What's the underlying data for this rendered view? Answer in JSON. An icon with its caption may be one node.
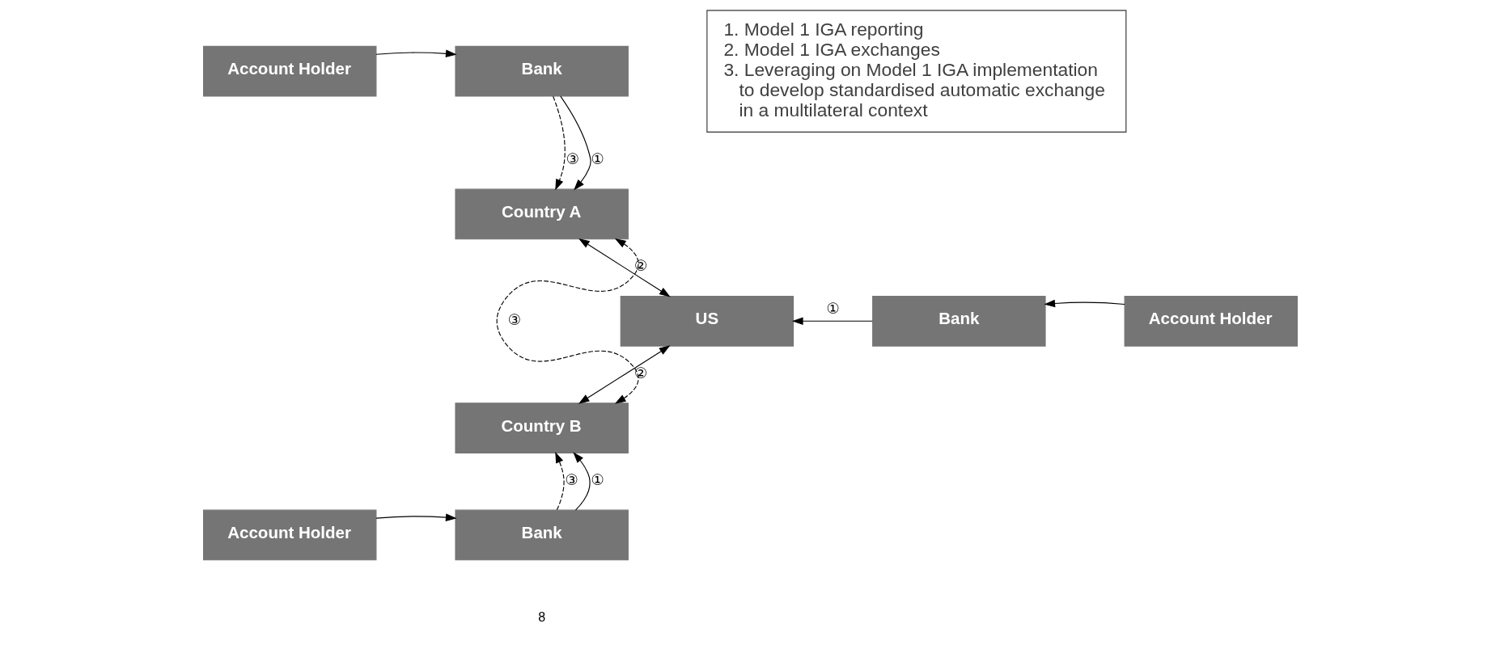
{
  "diagram": {
    "nodes": [
      {
        "text": [
          "Account Holder"
        ]
      },
      {
        "text": [
          "Bank"
        ]
      },
      {
        "text": [
          "Country A"
        ]
      },
      {
        "text": [
          "US"
        ]
      },
      {
        "text": [
          "Bank"
        ]
      },
      {
        "text": [
          "Account Holder"
        ]
      },
      {
        "text": [
          "Country B"
        ]
      },
      {
        "text": [
          "Account Holder"
        ]
      },
      {
        "text": [
          "Bank"
        ]
      },
      {
        "text": [
          "1. Model 1 IGA reporting",
          "2. Model 1 IGA exchanges",
          "3. Leveraging on Model 1 IGA implementation to develop standardised automatic exchange in a multilateral context"
        ]
      }
    ],
    "edges": [
      {
        "from": 0,
        "to": 1,
        "arrow": "to"
      },
      {
        "from": 1,
        "to": 2,
        "arrow": "to",
        "label": "③",
        "style": "dashed"
      },
      {
        "from": 1,
        "to": 2,
        "arrow": "to",
        "label": "①"
      },
      {
        "from": 2,
        "to": 3,
        "arrow": "both",
        "label": "②"
      },
      {
        "from": 2,
        "to": 6,
        "arrow": "both",
        "label": "③",
        "style": "dashed"
      },
      {
        "from": 6,
        "to": 3,
        "arrow": "both",
        "label": "②"
      },
      {
        "from": 4,
        "to": 3,
        "arrow": "to",
        "label": "①"
      },
      {
        "from": 5,
        "to": 4,
        "arrow": "to"
      },
      {
        "from": 7,
        "to": 8,
        "arrow": "to"
      },
      {
        "from": 8,
        "to": 6,
        "arrow": "to",
        "label": "③",
        "style": "dashed"
      },
      {
        "from": 8,
        "to": 6,
        "arrow": "to",
        "label": "①"
      }
    ],
    "labels": [
      "8"
    ]
  }
}
